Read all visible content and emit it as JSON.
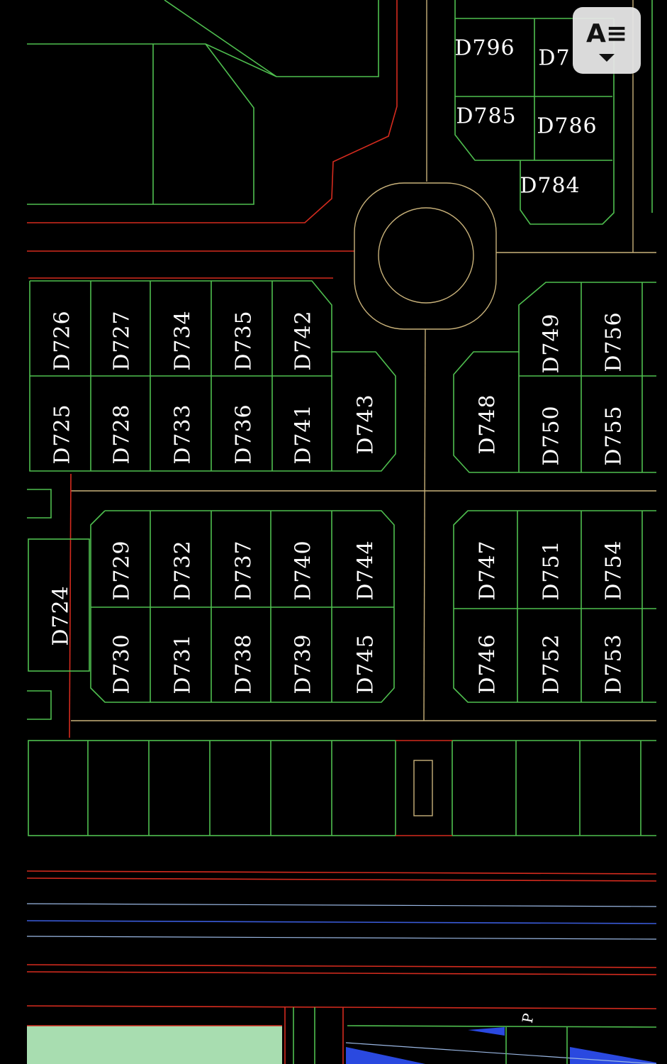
{
  "plots_top": [
    "D796",
    "D7",
    "D785",
    "D786",
    "D784"
  ],
  "plots_upper_left_bottom": [
    "D725",
    "D728",
    "D733",
    "D736",
    "D741",
    "D743"
  ],
  "plots_upper_left_top": [
    "D726",
    "D727",
    "D734",
    "D735",
    "D742"
  ],
  "plots_upper_right": [
    "D748",
    "D749",
    "D750",
    "D756",
    "D755"
  ],
  "plots_lower_left_top": [
    "D729",
    "D732",
    "D737",
    "D740",
    "D744"
  ],
  "plots_lower_left_bottom": [
    "D730",
    "D731",
    "D738",
    "D739",
    "D745"
  ],
  "plots_lower_right_top": [
    "D747",
    "D751",
    "D754"
  ],
  "plots_lower_right_bottom": [
    "D746",
    "D752",
    "D753"
  ],
  "plot_single": "D724",
  "reader_button": {
    "glyph": "A≡",
    "icon": "reader-mode-icon"
  },
  "colors": {
    "boundary": "#4fbf4f",
    "road_edge": "#d42b1e",
    "centerline": "#c9b27a",
    "water": "#3a5bd9",
    "park": "#a8ddb0"
  }
}
